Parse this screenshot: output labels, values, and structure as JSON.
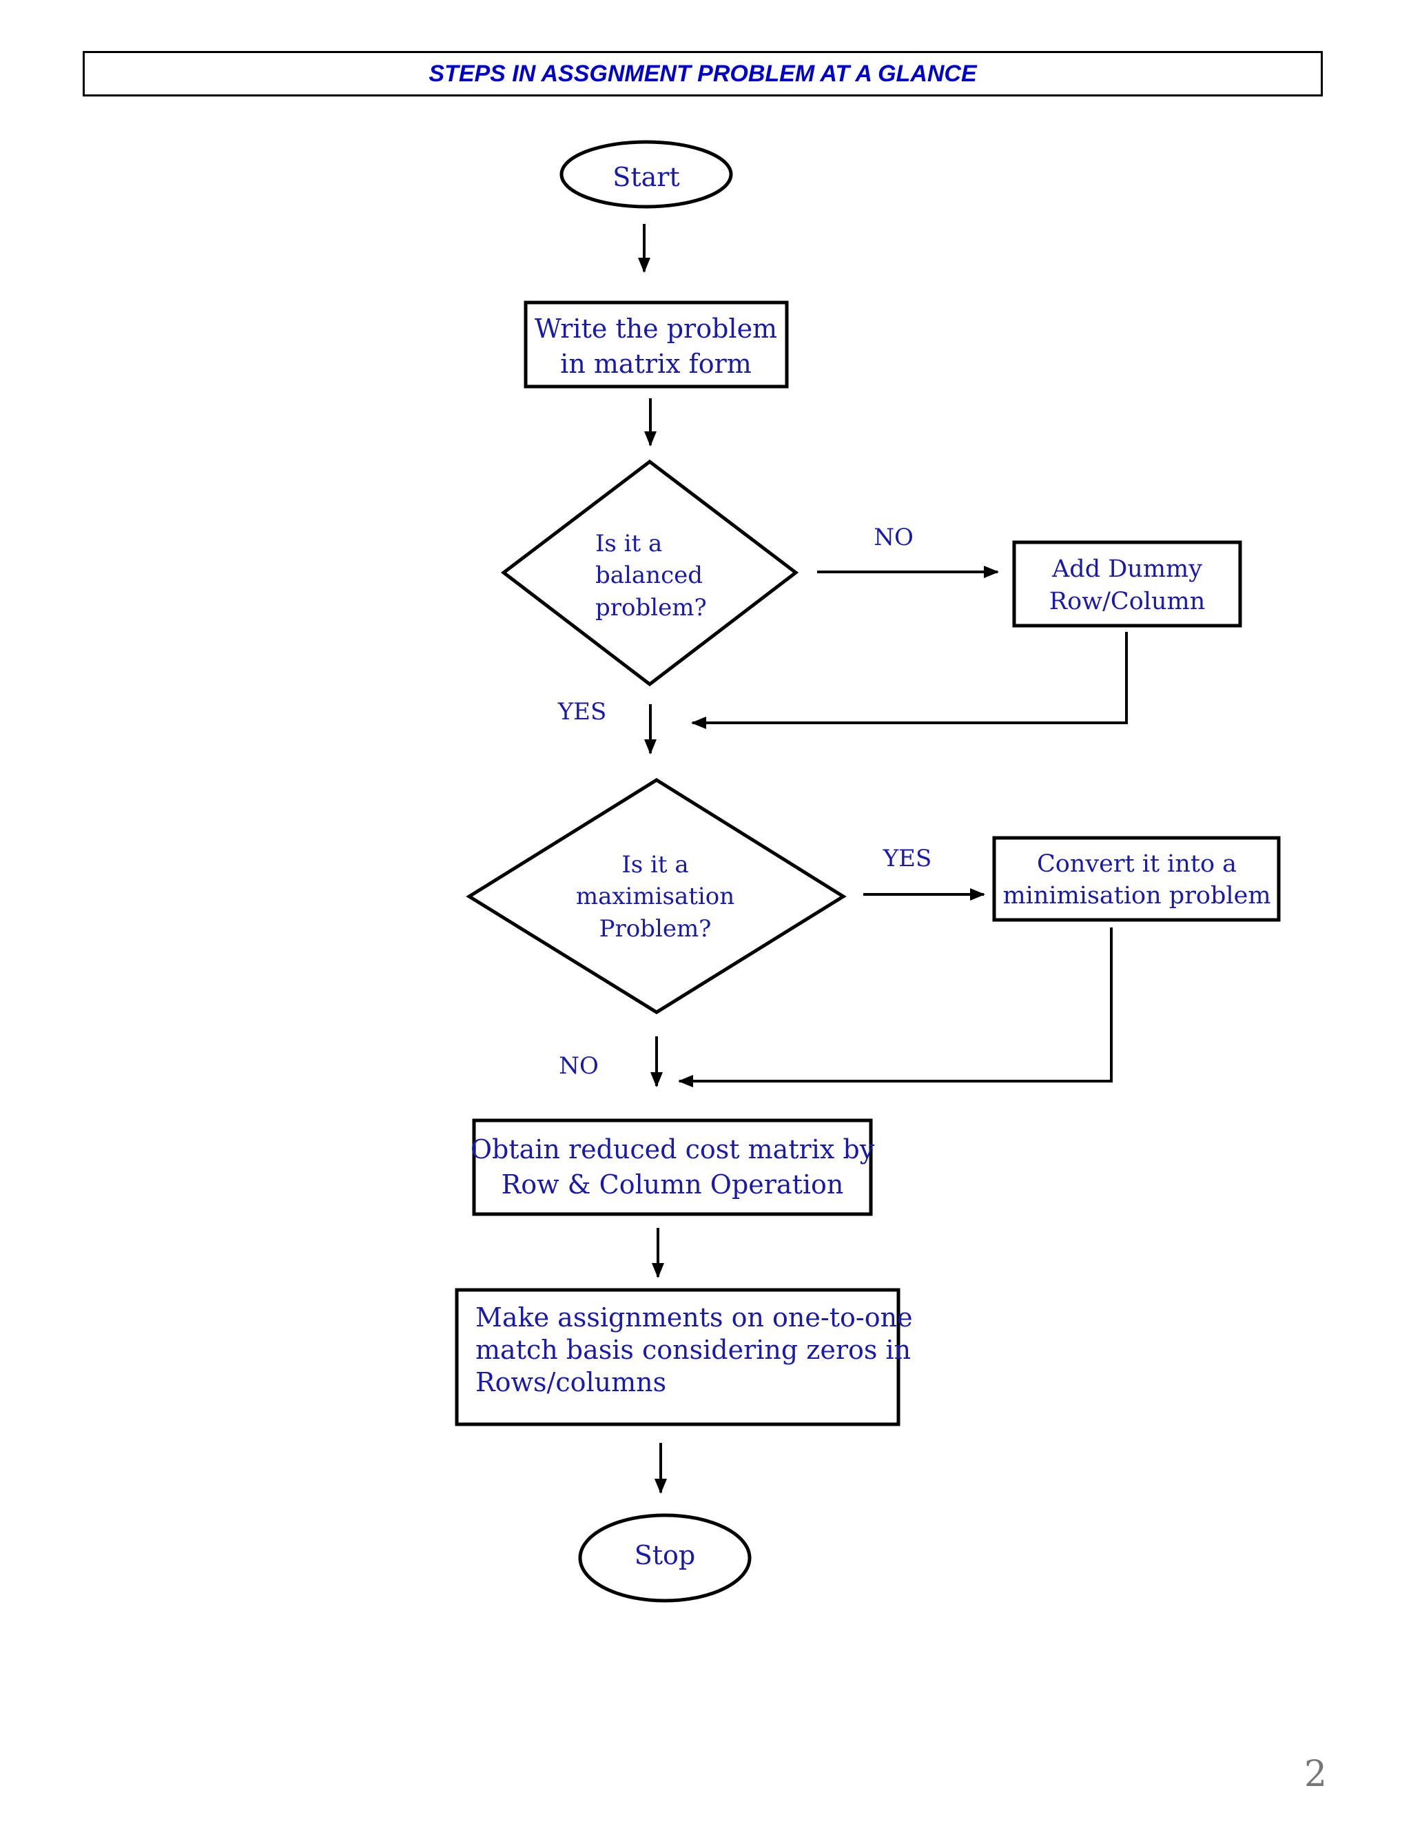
{
  "title": "STEPS IN ASSGNMENT PROBLEM AT A GLANCE",
  "nodes": {
    "start": {
      "label": "Start"
    },
    "write_problem": {
      "lines": [
        "Write the problem",
        "in matrix form"
      ]
    },
    "balanced_decision": {
      "lines": [
        "Is it a",
        "balanced",
        "problem?"
      ]
    },
    "add_dummy": {
      "lines": [
        "Add Dummy",
        "Row/Column"
      ]
    },
    "maximisation_decision": {
      "lines": [
        "Is it a",
        "maximisation",
        "Problem?"
      ]
    },
    "convert_minimisation": {
      "lines": [
        "Convert it into a",
        "minimisation problem"
      ]
    },
    "reduced_cost": {
      "lines": [
        "Obtain reduced cost matrix by",
        "Row & Column Operation"
      ]
    },
    "make_assignments": {
      "lines": [
        "Make assignments on one-to-one",
        "match basis considering zeros in",
        "Rows/columns"
      ]
    },
    "stop": {
      "label": "Stop"
    }
  },
  "edge_labels": {
    "balanced_no": "NO",
    "balanced_yes": "YES",
    "max_yes": "YES",
    "max_no": "NO"
  },
  "page_number": "2",
  "colors": {
    "text": "#1a1aaa",
    "title": "#0000cc",
    "stroke": "#000000"
  }
}
